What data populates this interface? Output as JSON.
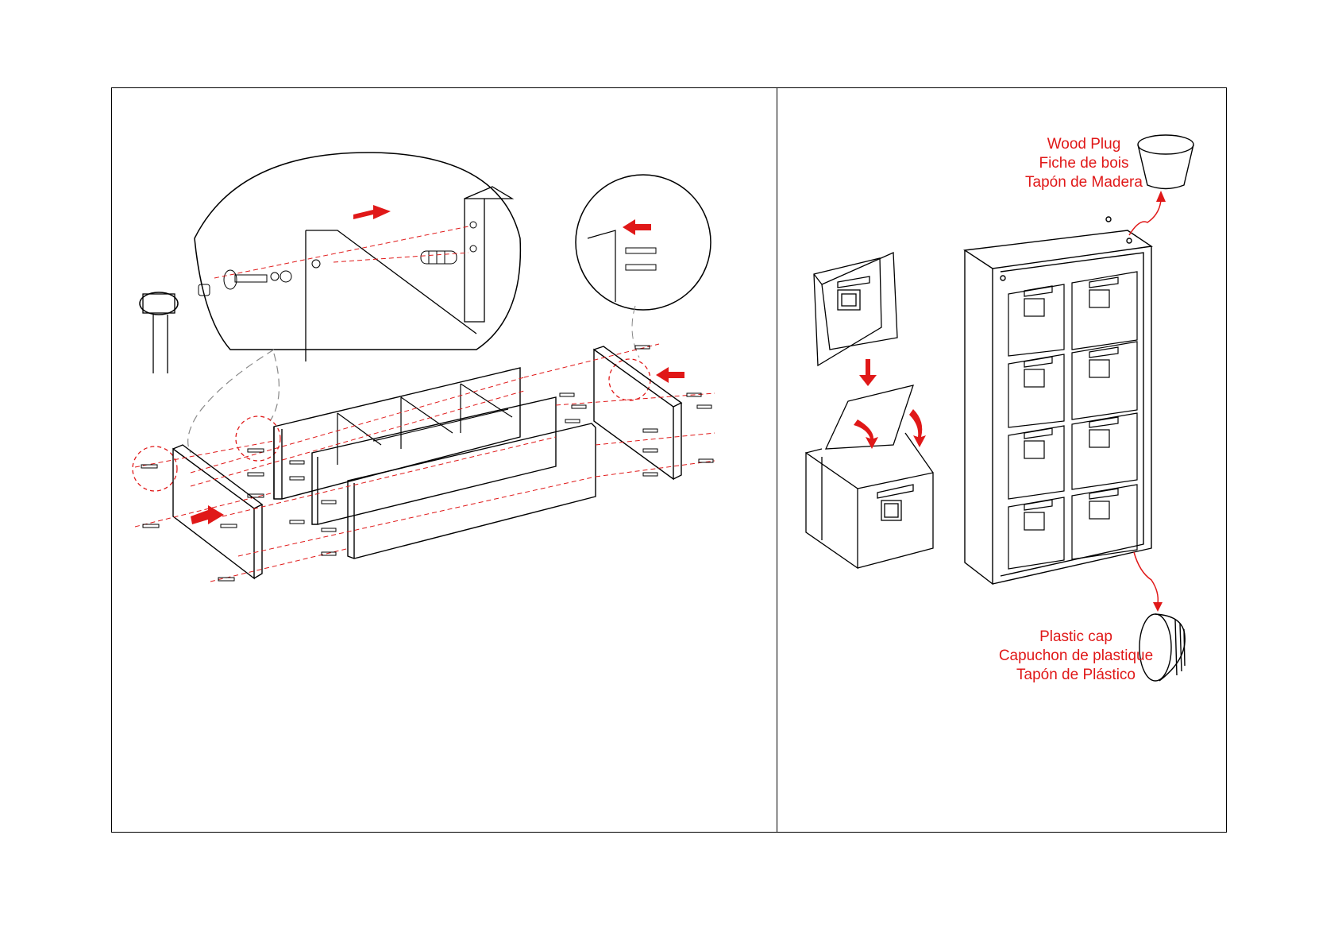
{
  "colors": {
    "accent": "#e01818",
    "line": "#000000",
    "background": "#ffffff"
  },
  "callouts": {
    "wood_plug": {
      "line1": "Wood Plug",
      "line2": "Fiche de bois",
      "line3": "Tapón de Madera"
    },
    "plastic_cap": {
      "line1": "Plastic cap",
      "line2": "Capuchon de plastique",
      "line3": "Tapón de Plástico"
    }
  },
  "icons": [
    "hammer-icon",
    "cam-bolt-icon",
    "wood-dowel-icon",
    "direction-arrow-icon",
    "fold-arrow-icon"
  ]
}
